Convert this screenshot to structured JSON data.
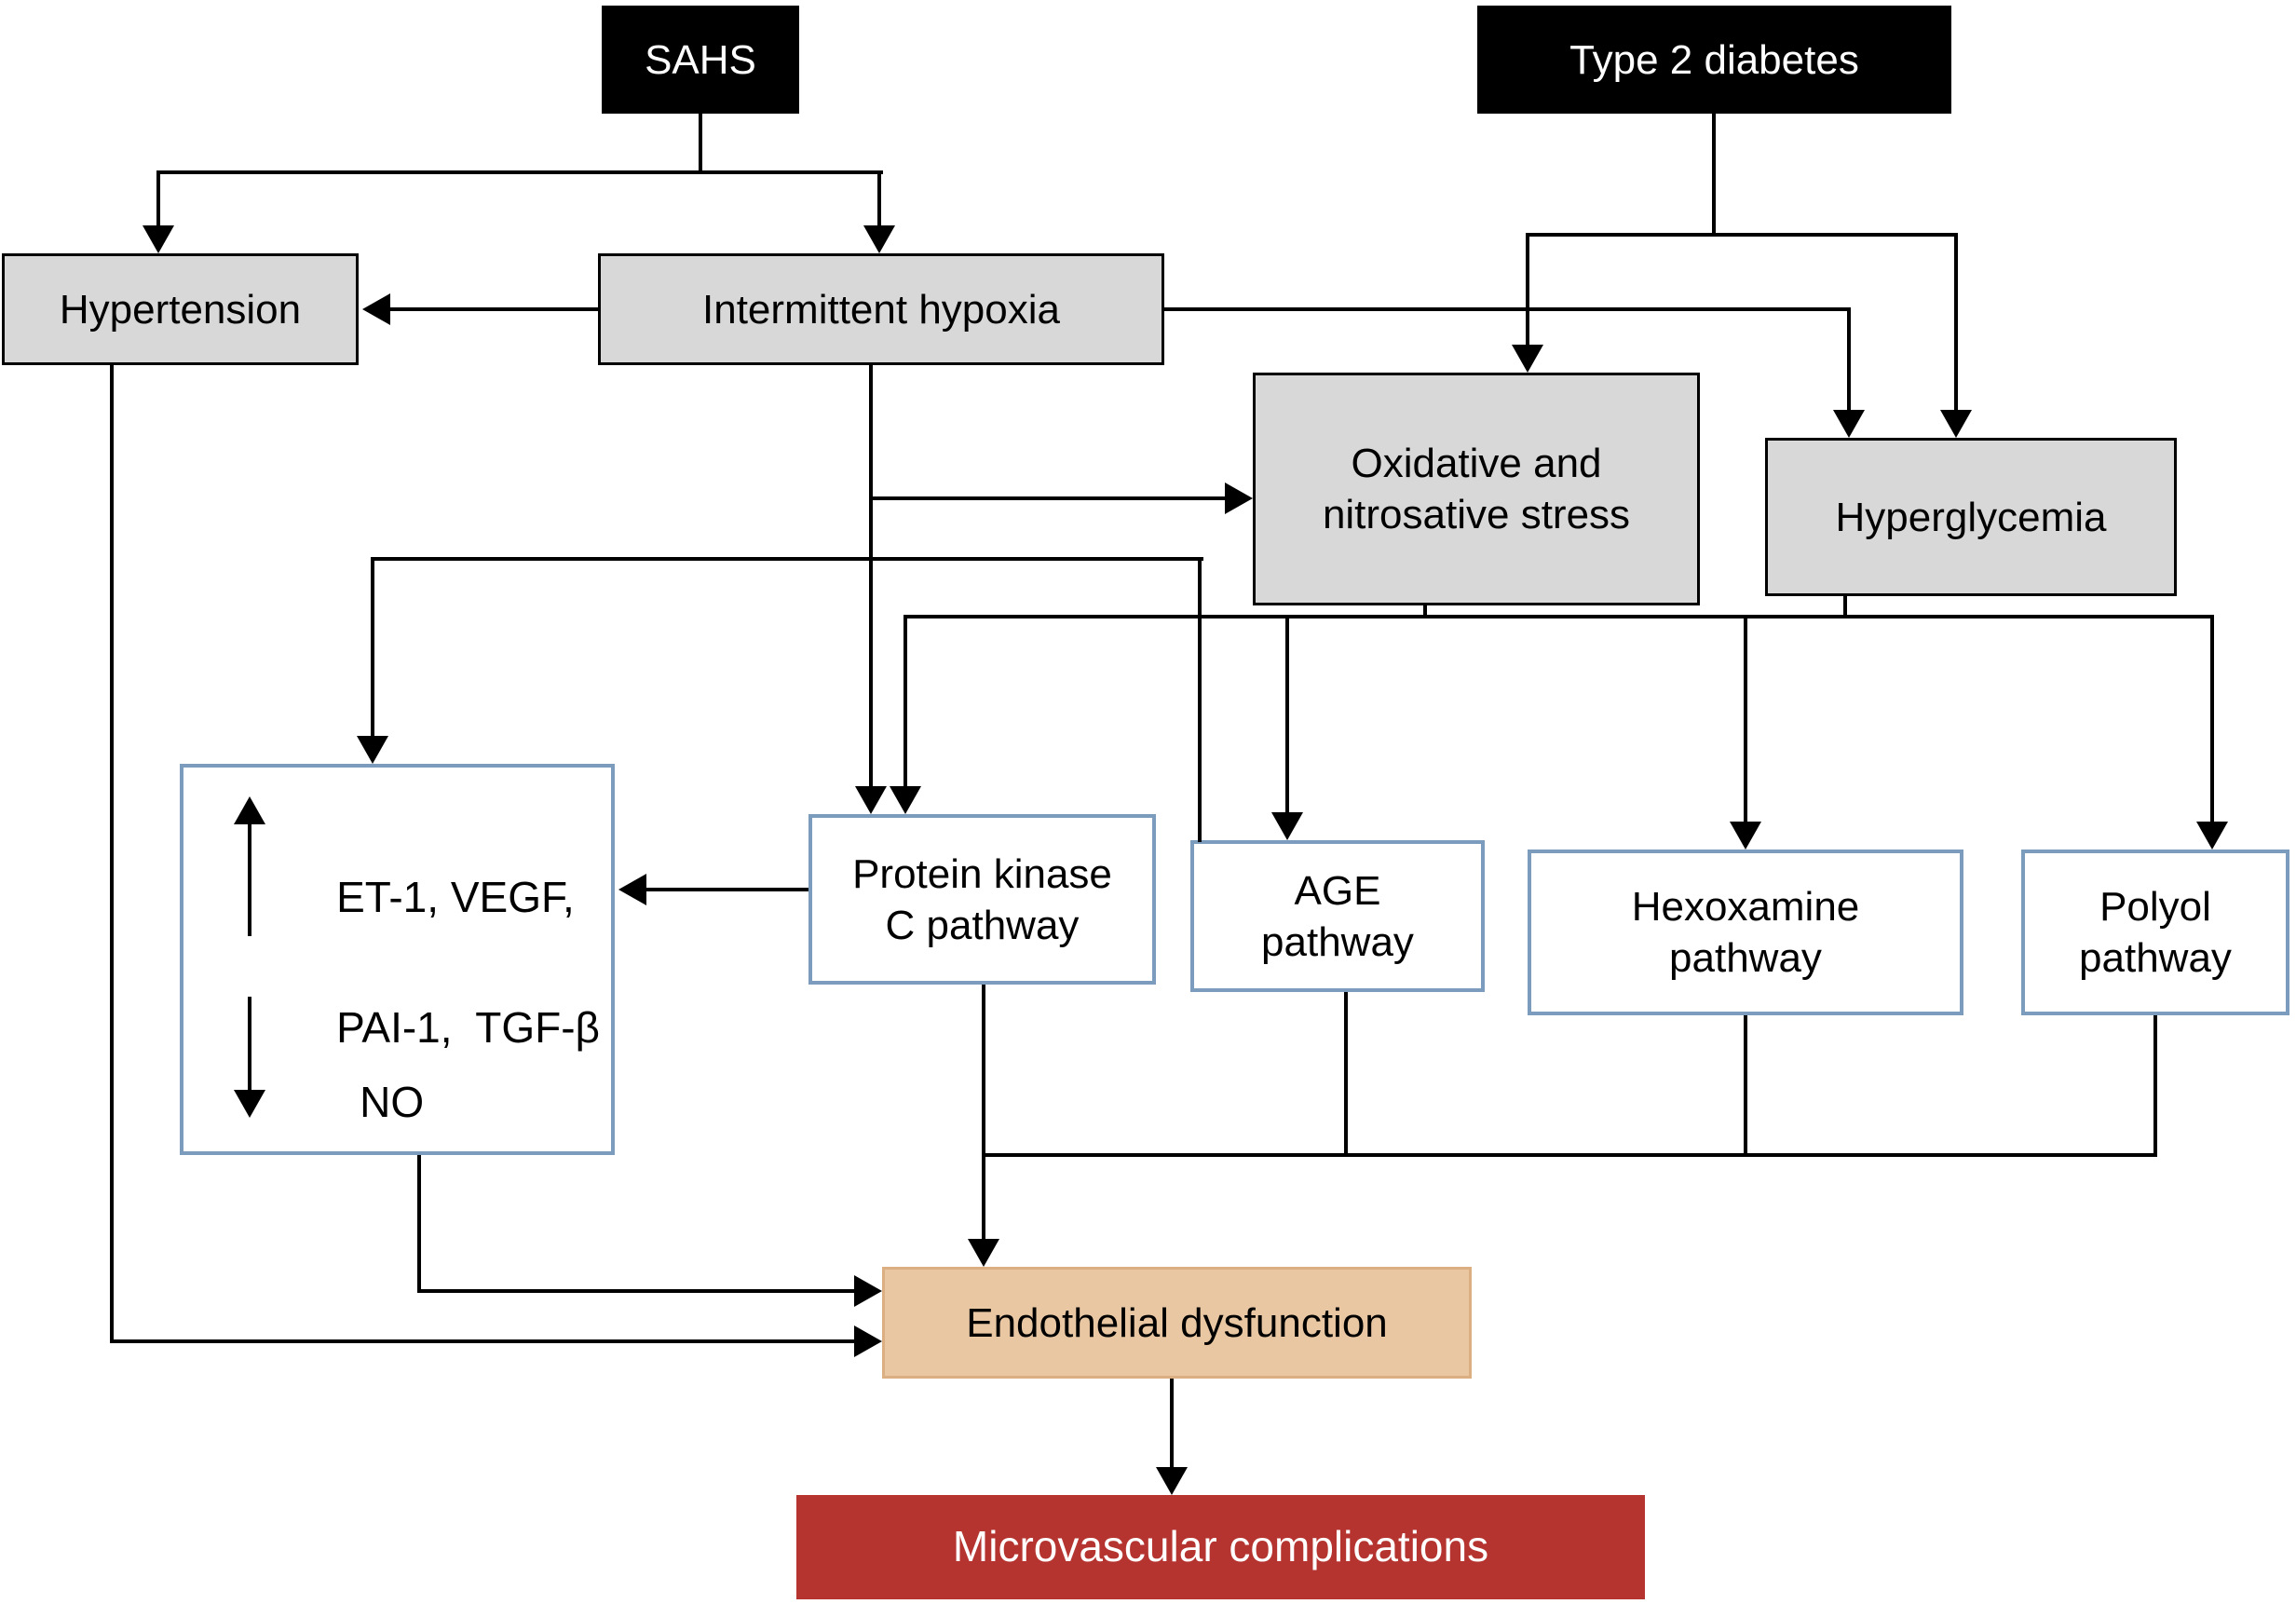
{
  "nodes": {
    "sahs": {
      "label": "SAHS",
      "fill": "#000000",
      "text_color": "#ffffff"
    },
    "type2_diabetes": {
      "label": "Type 2 diabetes",
      "fill": "#000000",
      "text_color": "#ffffff"
    },
    "hypertension": {
      "label": "Hypertension",
      "fill": "#d8d8d8"
    },
    "intermittent_hypoxia": {
      "label": "Intermittent hypoxia",
      "fill": "#d8d8d8"
    },
    "oxidative_stress": {
      "line1": "Oxidative and",
      "line2": "nitrosative stress",
      "fill": "#d8d8d8"
    },
    "hyperglycemia": {
      "label": "Hyperglycemia",
      "fill": "#d8d8d8"
    },
    "mediators": {
      "up_line1": "ET-1, VEGF,",
      "up_line2": "PAI-1,  TGF-β",
      "down_label": "NO",
      "up_arrow_meaning": "increase",
      "down_arrow_meaning": "decrease",
      "border": "#7b9cbd"
    },
    "protein_kinase_c": {
      "line1": "Protein kinase",
      "line2": "C pathway",
      "border": "#7b9cbd"
    },
    "age_pathway": {
      "line1": "AGE",
      "line2": "pathway",
      "border": "#7b9cbd"
    },
    "hexoxamine_pathway": {
      "line1": "Hexoxamine",
      "line2": "pathway",
      "border": "#7b9cbd"
    },
    "polyol_pathway": {
      "line1": "Polyol",
      "line2": "pathway",
      "border": "#7b9cbd"
    },
    "endothelial_dysfunction": {
      "label": "Endothelial dysfunction",
      "fill": "#e9c7a2",
      "border": "#dcaf82"
    },
    "microvascular_complications": {
      "label": "Microvascular complications",
      "fill": "#b53430",
      "text_color": "#ffffff"
    }
  },
  "edges": [
    {
      "from": "SAHS",
      "to": "Hypertension"
    },
    {
      "from": "SAHS",
      "to": "Intermittent hypoxia"
    },
    {
      "from": "Intermittent hypoxia",
      "to": "Hypertension"
    },
    {
      "from": "Intermittent hypoxia",
      "to": "Hyperglycemia"
    },
    {
      "from": "Type 2 diabetes",
      "to": "Oxidative and nitrosative stress"
    },
    {
      "from": "Type 2 diabetes",
      "to": "Hyperglycemia"
    },
    {
      "from": "Intermittent hypoxia",
      "to": "Oxidative and nitrosative stress"
    },
    {
      "from": "Intermittent hypoxia",
      "to": "Protein kinase C pathway"
    },
    {
      "from": "Intermittent hypoxia",
      "to": "ET-1/VEGF/PAI-1/TGF-β/NO mediators"
    },
    {
      "from": "Intermittent hypoxia",
      "to": "AGE pathway"
    },
    {
      "from": "Oxidative and nitrosative stress",
      "to": "pathway distribution line"
    },
    {
      "from": "Hyperglycemia",
      "to": "pathway distribution line"
    },
    {
      "from": "pathway distribution line",
      "to": "Protein kinase C pathway"
    },
    {
      "from": "pathway distribution line",
      "to": "AGE pathway"
    },
    {
      "from": "pathway distribution line",
      "to": "Hexoxamine pathway"
    },
    {
      "from": "pathway distribution line",
      "to": "Polyol pathway"
    },
    {
      "from": "Protein kinase C pathway",
      "to": "ET-1/VEGF/PAI-1/TGF-β/NO mediators"
    },
    {
      "from": "Protein kinase C pathway",
      "to": "Endothelial dysfunction"
    },
    {
      "from": "AGE pathway",
      "to": "Endothelial dysfunction"
    },
    {
      "from": "Hexoxamine pathway",
      "to": "Endothelial dysfunction"
    },
    {
      "from": "Polyol pathway",
      "to": "Endothelial dysfunction"
    },
    {
      "from": "ET-1/VEGF/PAI-1/TGF-β/NO mediators",
      "to": "Endothelial dysfunction"
    },
    {
      "from": "Hypertension",
      "to": "Endothelial dysfunction"
    },
    {
      "from": "Endothelial dysfunction",
      "to": "Microvascular complications"
    }
  ],
  "palette": {
    "line_color": "#000000",
    "gray_fill": "#d8d8d8",
    "blue_border": "#7b9cbd",
    "tan_fill": "#e9c7a2",
    "tan_border": "#dcaf82",
    "red_fill": "#b53430",
    "black_fill": "#000000"
  }
}
